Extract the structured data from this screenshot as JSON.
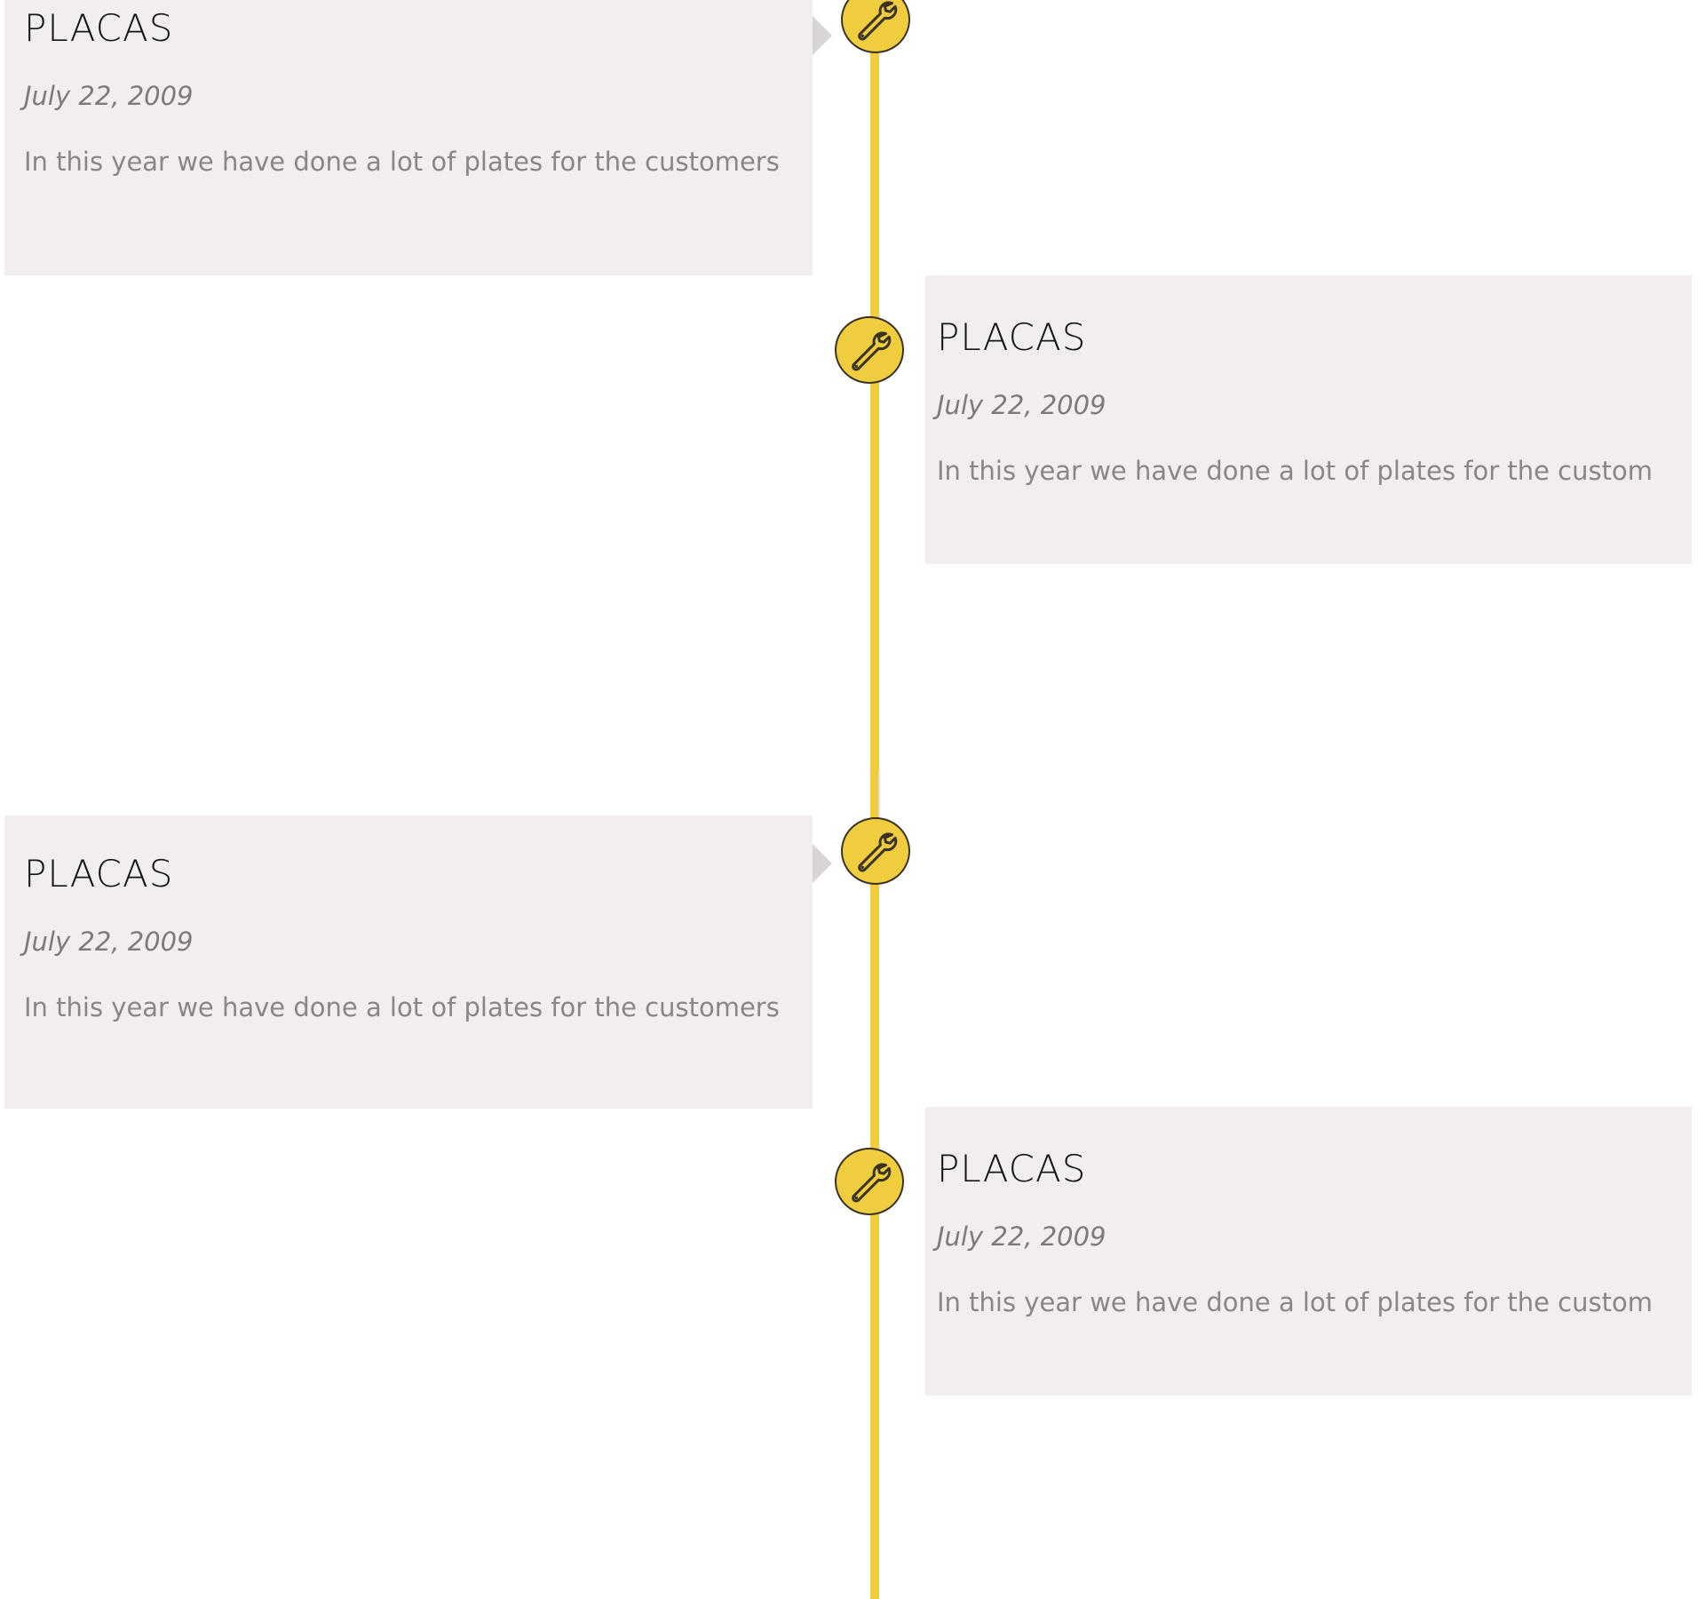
{
  "timeline": {
    "accent_color": "#f0cd3e",
    "card_background": "#f1eeed",
    "icon": "wrench-icon",
    "entries": [
      {
        "side": "left",
        "title": "PLACAS",
        "date": "July 22, 2009",
        "text": "In this year we have done a lot of plates for the customers"
      },
      {
        "side": "right",
        "title": "PLACAS",
        "date": "July 22, 2009",
        "text": "In this year we have done a lot of plates for the custom"
      },
      {
        "side": "left",
        "title": "PLACAS",
        "date": "July 22, 2009",
        "text": "In this year we have done a lot of plates for the customers"
      },
      {
        "side": "right",
        "title": "PLACAS",
        "date": "July 22, 2009",
        "text": "In this year we have done a lot of plates for the custom"
      }
    ]
  }
}
